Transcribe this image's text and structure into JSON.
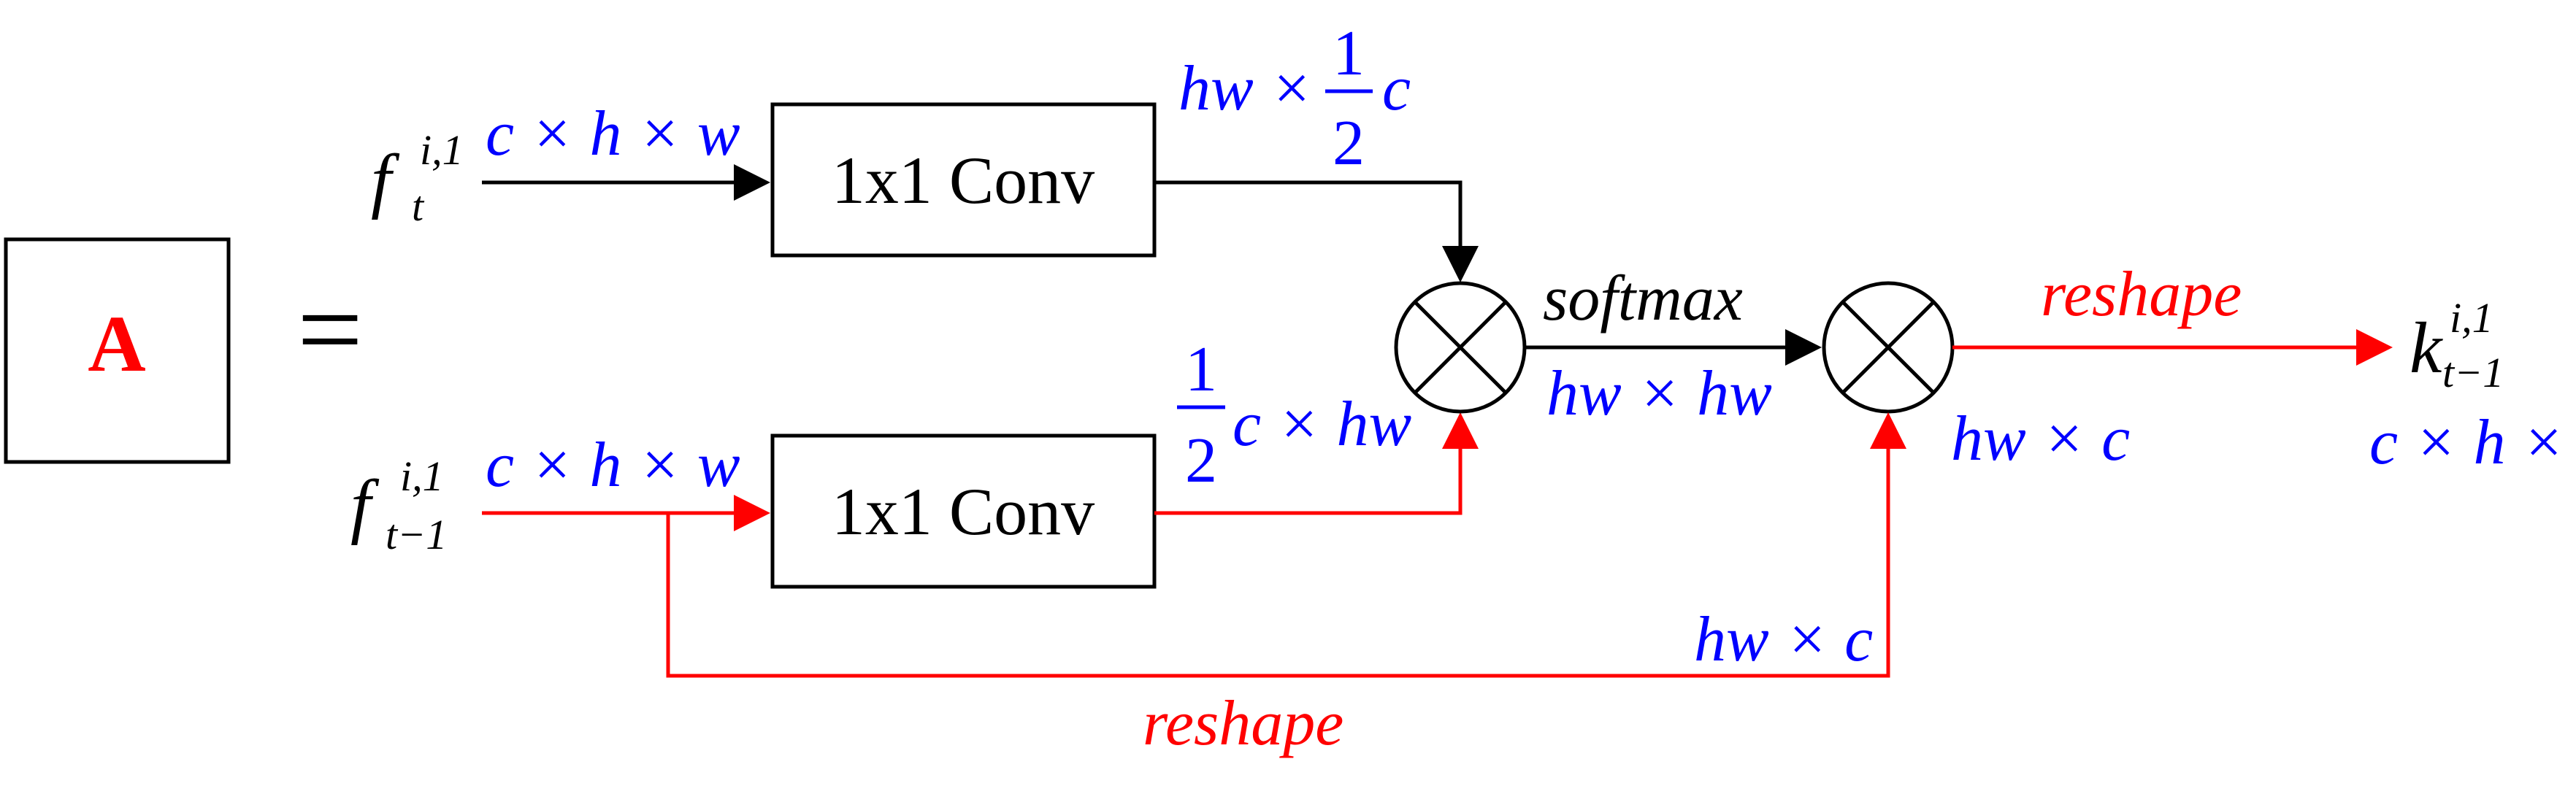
{
  "colors": {
    "black": "#000000",
    "red": "#ff0000",
    "blue": "#0000ff"
  },
  "block_label": "A",
  "equals_sign": "=",
  "inputs": {
    "top": {
      "base": "f",
      "superscript": "i,1",
      "subscript": "t",
      "shape": "c × h × w"
    },
    "bottom": {
      "base": "f",
      "superscript": "i,1",
      "subscript": "t−1",
      "shape": "c × h × w"
    }
  },
  "conv_top_label": "1x1 Conv",
  "conv_bottom_label": "1x1 Conv",
  "conv_top_output_shape": {
    "prefix": "hw ×",
    "frac_num": "1",
    "frac_den": "2",
    "suffix": "c"
  },
  "conv_bottom_output_shape": {
    "frac_num": "1",
    "frac_den": "2",
    "suffix": "c × hw"
  },
  "softmax_label": "softmax",
  "softmax_shape": "hw × hw",
  "second_mult_input_shape": "hw × c",
  "bottom_path_shape": "hw × c",
  "bottom_path_op": "reshape",
  "output_op": "reshape",
  "output": {
    "base": "k",
    "superscript": "i,1",
    "subscript": "t−1",
    "shape": "c × h × w"
  }
}
